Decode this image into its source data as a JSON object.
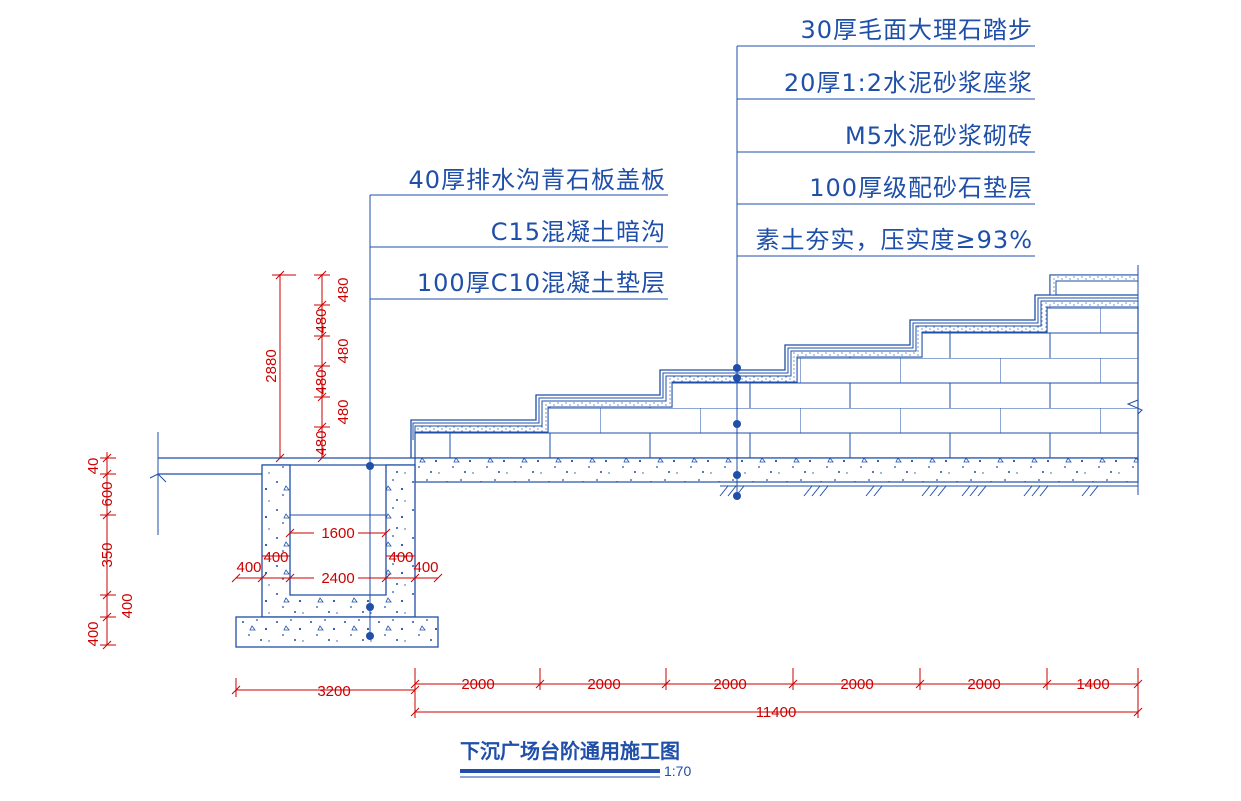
{
  "colors": {
    "line": "#1f4fa8",
    "dimension": "#cc0000",
    "background": "#ffffff"
  },
  "drawing": {
    "title": "下沉广场台阶通用施工图",
    "scale": "1:70"
  },
  "stair_layers": [
    "30厚毛面大理石踏步",
    "20厚1:2水泥砂浆座浆",
    "M5水泥砂浆砌砖",
    "100厚级配砂石垫层",
    "素土夯实，压实度≥93%"
  ],
  "drain_layers": [
    "40厚排水沟青石板盖板",
    "C15混凝土暗沟",
    "100厚C10混凝土垫层"
  ],
  "dimensions": {
    "left_heights": [
      "40",
      "600",
      "350",
      "400",
      "400"
    ],
    "riser_total": "2880",
    "risers": [
      "480",
      "480",
      "480",
      "480",
      "480",
      "480"
    ],
    "drain_inner": "1600",
    "drain_wall_left": "400",
    "drain_wall_right": "400",
    "drain_outer": "2400",
    "drain_foot_left": "400",
    "drain_foot_right": "400",
    "drain_base": "3200",
    "treads": [
      "2000",
      "2000",
      "2000",
      "2000",
      "2000",
      "1400"
    ],
    "total_length": "11400"
  }
}
